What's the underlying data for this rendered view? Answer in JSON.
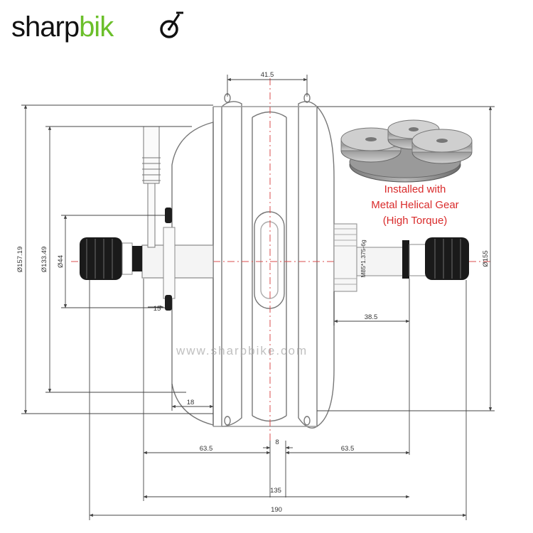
{
  "brand": {
    "name_dark": "sharp",
    "name_green": "bik",
    "logo_icon": "bicycle-wheel-icon",
    "brand_colors": {
      "dark": "#111111",
      "green": "#6bbf2a"
    }
  },
  "watermark": "www.sharpbike.com",
  "gear_note": {
    "lines": [
      "Installed with",
      "Metal Helical Gear",
      "(High Torque)"
    ],
    "color": "#d92b2b"
  },
  "dimensions": {
    "top_width": "41.5",
    "outer_diameter": "Ø157.19",
    "middle_diameter": "Ø133.49",
    "axle_diameter": "Ø44",
    "right_diameter": "Ø155",
    "thread": "M85*1.375-6g",
    "cable_offset": "15",
    "right_offset": "38.5",
    "left_offset": "18",
    "center_gap": "8",
    "left_half": "63.5",
    "right_half": "63.5",
    "inner_width": "135",
    "overall_width": "190"
  }
}
